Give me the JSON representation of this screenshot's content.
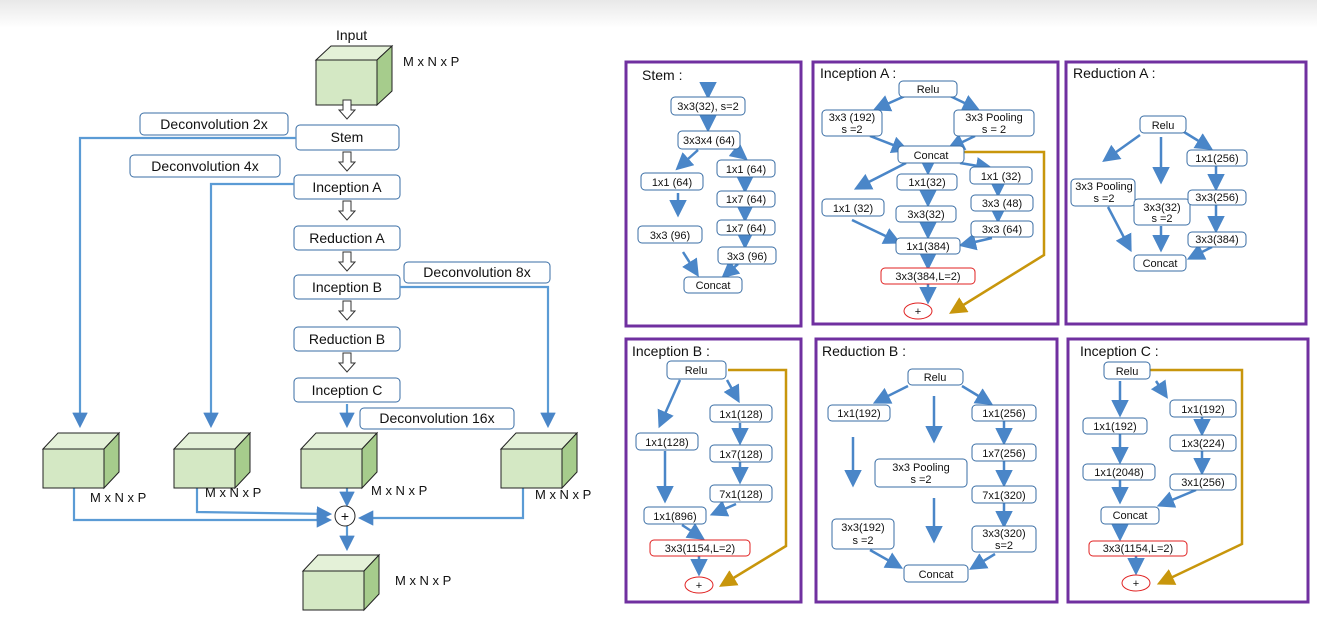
{
  "main": {
    "input_label": "Input",
    "dims": "M x N x P",
    "blocks": [
      "Stem",
      "Inception  A",
      "Reduction  A",
      "Inception  B",
      "Reduction  B",
      "Inception  C"
    ],
    "deconv": [
      "Deconvolution 2x",
      "Deconvolution 4x",
      "Deconvolution 8x",
      "Deconvolution 16x"
    ],
    "plus": "+"
  },
  "panels": {
    "stem": {
      "title": "Stem :",
      "nodes": [
        "3x3(32), s=2",
        "3x3x4 (64)",
        "1x1 (64)",
        "1x1 (64)",
        "1x7 (64)",
        "1x7 (64)",
        "3x3 (96)",
        "3x3 (96)",
        "Concat"
      ]
    },
    "incA": {
      "title": "Inception  A :",
      "nodes": [
        "Relu",
        "3x3 (192)",
        "s =2",
        "3x3 Pooling",
        "s = 2",
        "Concat",
        "1x1(32)",
        "1x1  (32)",
        "3x3(32)",
        "3x3  (48)",
        "1x1  (32)",
        "3x3  (64)",
        "1x1(384)",
        "3x3(384,L=2)",
        "+"
      ]
    },
    "redA": {
      "title": "Reduction  A :",
      "nodes": [
        "Relu",
        "1x1(256)",
        "3x3 Pooling",
        "s =2",
        "3x3(32)",
        "s =2",
        "3x3(256)",
        "3x3(384)",
        "Concat"
      ]
    },
    "incB": {
      "title": "Inception  B :",
      "nodes": [
        "Relu",
        "1x1(128)",
        "1x1(128)",
        "1x7(128)",
        "7x1(128)",
        "1x1(896)",
        "3x3(1154,L=2)",
        "+"
      ]
    },
    "redB": {
      "title": "Reduction  B :",
      "nodes": [
        "Relu",
        "1x1(192)",
        "1x1(256)",
        "1x7(256)",
        "3x3 Pooling",
        "s =2",
        "7x1(320)",
        "3x3(192)",
        "s =2",
        "3x3(320)",
        "s=2",
        "Concat"
      ]
    },
    "incC": {
      "title": "Inception  C :",
      "nodes": [
        "Relu",
        "1x1(192)",
        "1x1(192)",
        "1x3(224)",
        "1x1(2048)",
        "3x1(256)",
        "Concat",
        "3x3(1154,L=2)",
        "+"
      ]
    }
  },
  "colors": {
    "arrow_blue": "#4a86c8",
    "flow_blue": "#5b9bd5",
    "panel_border": "#7030a0",
    "residual": "#c8960c",
    "highlight": "#e02020",
    "cube_front": "#d4e8c4",
    "cube_top": "#e4f1d8",
    "cube_side": "#a6cc8c"
  }
}
